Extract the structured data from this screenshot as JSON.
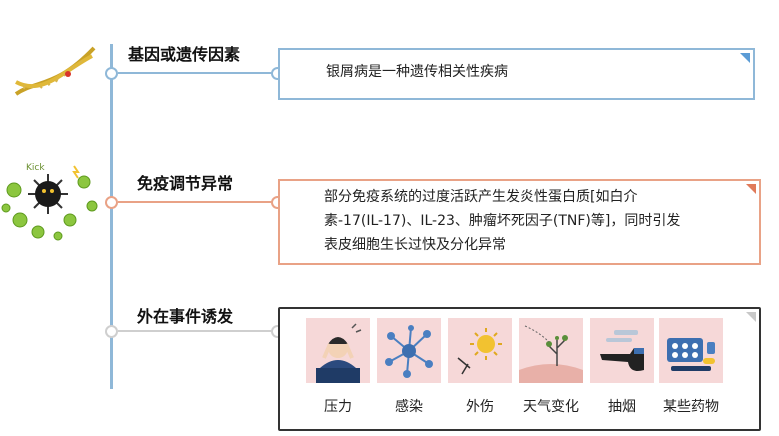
{
  "colors": {
    "timeline": "#8fb8d8",
    "immune": "#e9a286",
    "external": "#333333",
    "tile_bg": "#f6d8d8",
    "blue_corner": "#5b9bd5",
    "orange_corner": "#e07a5a",
    "gray_corner": "#c8c8c8"
  },
  "sections": [
    {
      "heading": "基因或遗传因素",
      "text": [
        "银屑病是一种遗传相关性疾病"
      ],
      "icon": "dna-helix-icon"
    },
    {
      "heading": "免疫调节异常",
      "text": [
        "部分免疫系统的过度活跃产生发炎性蛋白质[如白介",
        "素-17(IL-17)、IL-23、肿瘤坏死因子(TNF)等]，同时引发",
        "表皮细胞生长过快及分化异常"
      ],
      "icon": "immune-cells-icon"
    },
    {
      "heading": "外在事件诱发",
      "icon": "none",
      "triggers": [
        {
          "label": "压力",
          "icon": "stressed-person-icon"
        },
        {
          "label": "感染",
          "icon": "virus-network-icon"
        },
        {
          "label": "外伤",
          "icon": "injury-spark-icon"
        },
        {
          "label": "天气变化",
          "icon": "weather-sun-icon"
        },
        {
          "label": "抽烟",
          "icon": "pipe-smoke-icon"
        },
        {
          "label": "某些药物",
          "icon": "medicine-pills-icon"
        }
      ]
    }
  ]
}
